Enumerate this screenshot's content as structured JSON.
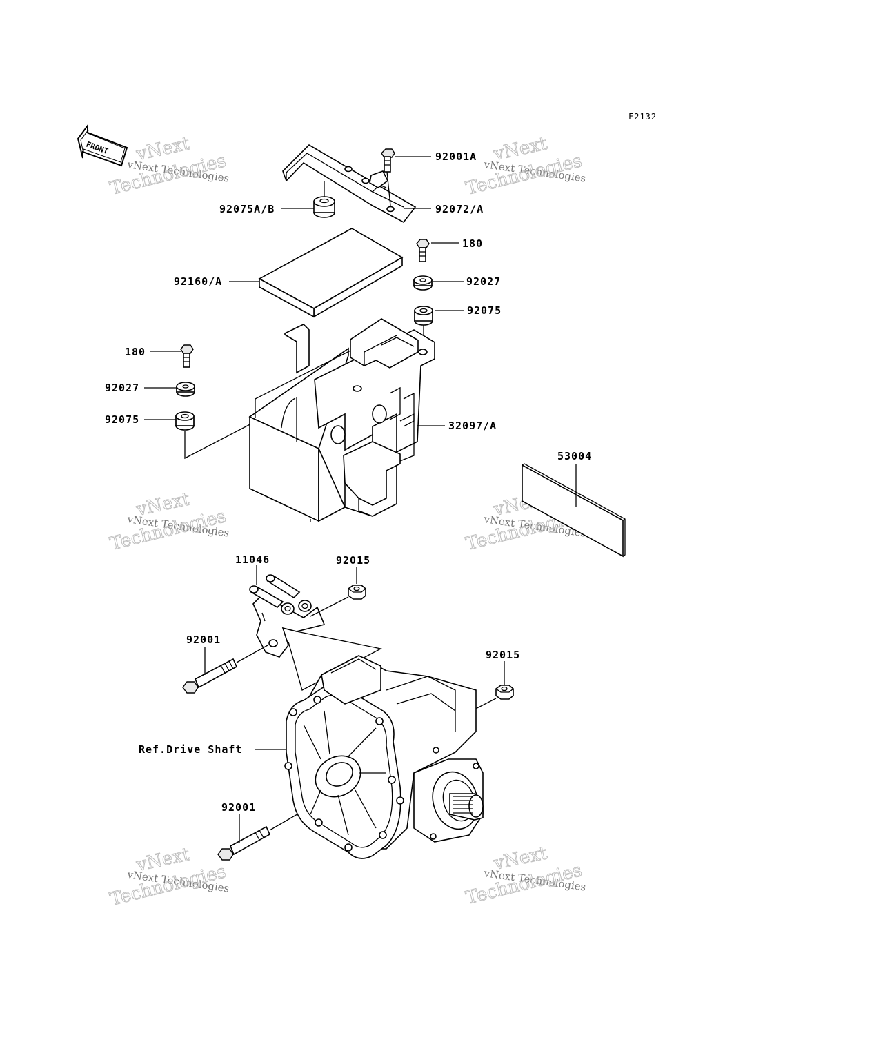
{
  "figure_code": "F2132",
  "front_arrow_text": "FRONT",
  "part_labels": {
    "bolt_top": "92001A",
    "bracket_top": "92072/A",
    "grommet_top": "92075A/B",
    "bolt_180_right": "180",
    "washer_right": "92027",
    "grommet_right": "92075",
    "pad": "92160/A",
    "bolt_180_left": "180",
    "washer_left": "92027",
    "grommet_left": "92075",
    "battery_case": "32097/A",
    "label_plate": "53004",
    "mount_bracket": "11046",
    "nut_upper": "92015",
    "nut_lower": "92015",
    "bolt_upper": "92001",
    "bolt_lower": "92001",
    "ref_drive_shaft": "Ref.Drive Shaft"
  },
  "watermark": {
    "line1": "vNext Technologies",
    "line2": "vNext",
    "line3": "Technologies"
  }
}
